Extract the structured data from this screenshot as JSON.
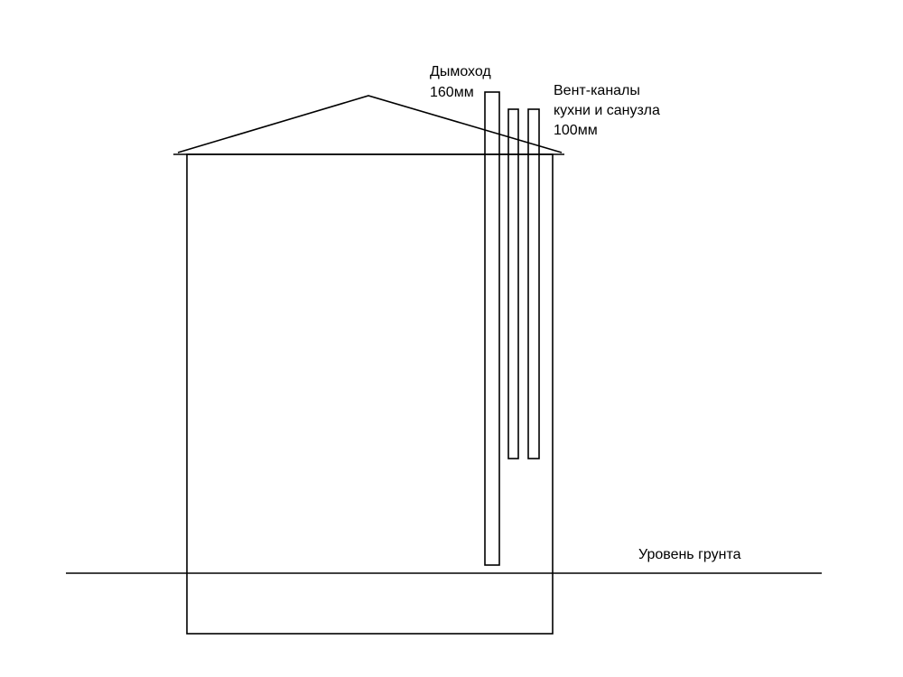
{
  "labels": {
    "chimney_line1": "Дымоход",
    "chimney_line2": "160мм",
    "vents_line1": "Вент-каналы",
    "vents_line2": "кухни и санузла",
    "vents_line3": "100мм",
    "ground": "Уровень грунта"
  }
}
